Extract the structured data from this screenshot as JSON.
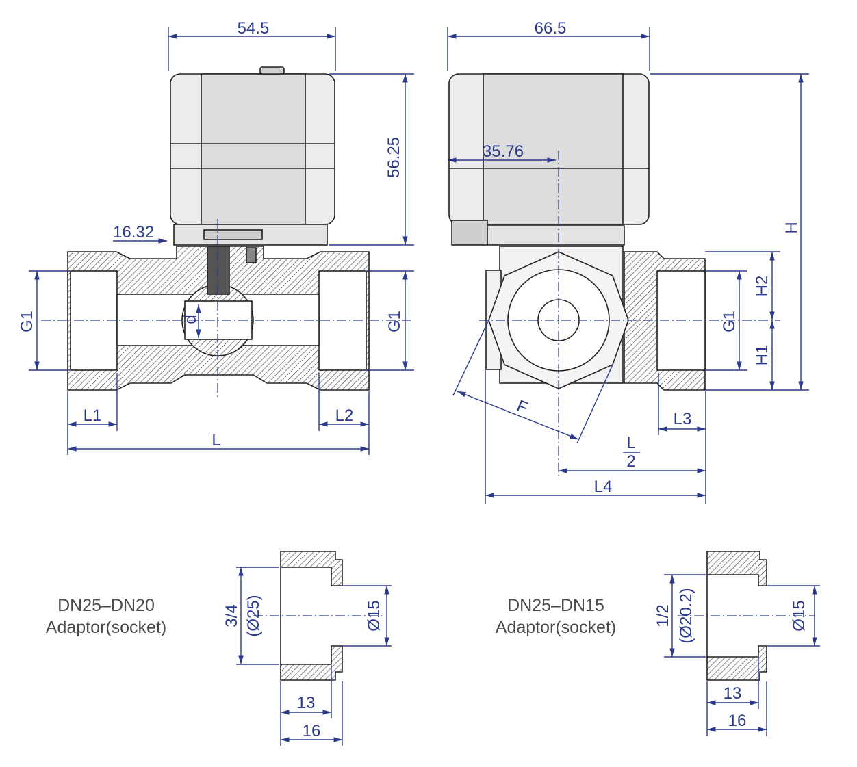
{
  "front_view": {
    "width_dim": "54.5",
    "height_dim": "56.25",
    "offset_dim": "16.32",
    "bore_dim": "d",
    "thread_left": "G1",
    "thread_right": "G1",
    "l1": "L1",
    "l2": "L2",
    "length": "L"
  },
  "side_view": {
    "width_dim": "66.5",
    "axis_dim": "35.76",
    "total_height": "H",
    "h1": "H1",
    "h2": "H2",
    "thread": "G1",
    "hex_flat": "F",
    "l3": "L3",
    "half_numerator": "L",
    "half_denominator": "2",
    "l4": "L4"
  },
  "adaptor_a": {
    "title_line1": "DN25–DN20",
    "title_line2": "Adaptor(socket)",
    "thread": "3/4",
    "outer_diam": "(Ø25)",
    "inner_diam": "Ø15",
    "len_inner": "13",
    "len_outer": "16"
  },
  "adaptor_b": {
    "title_line1": "DN25–DN15",
    "title_line2": "Adaptor(socket)",
    "thread": "1/2",
    "outer_diam": "(Ø20.2)",
    "inner_diam": "Ø15",
    "len_inner": "13",
    "len_outer": "16"
  },
  "colors": {
    "dimension": "#2b3a8c",
    "outline": "#222222",
    "actuator": "#e9e9e9",
    "label": "#4a4a4a"
  }
}
